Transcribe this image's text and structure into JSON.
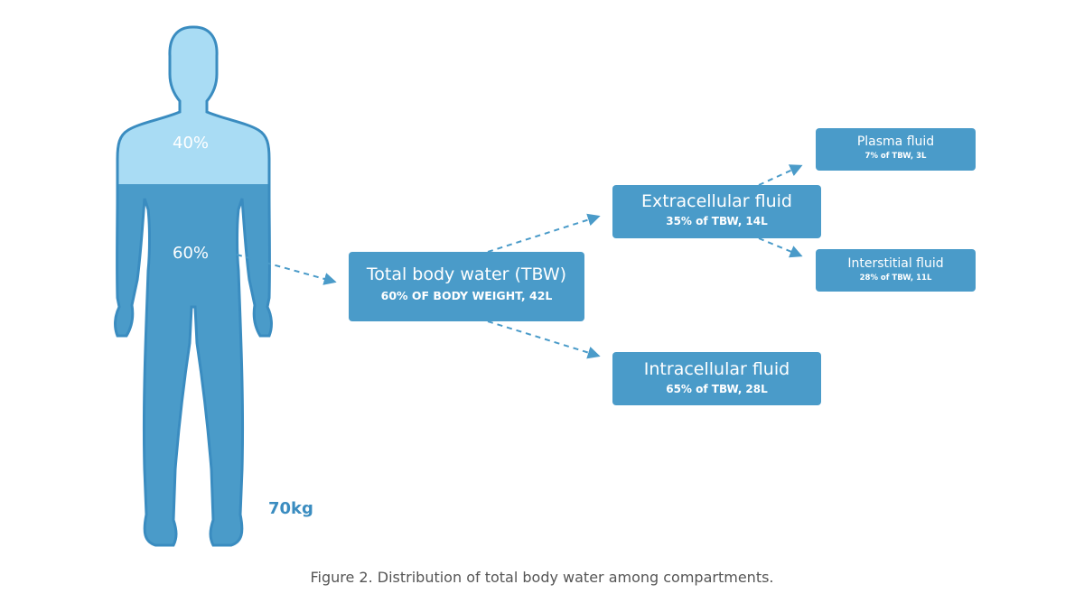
{
  "colors": {
    "dark_blue": "#4a9bc9",
    "light_blue": "#a9dcf4",
    "outline": "#3a8cc0",
    "caption_text": "#555555"
  },
  "body": {
    "upper_percent": "40%",
    "lower_percent": "60%",
    "weight": "70kg"
  },
  "boxes": {
    "total_body_water": {
      "title": "Total body water (TBW)",
      "sub": "60% OF BODY WEIGHT, 42L"
    },
    "extracellular": {
      "title": "Extracellular fluid",
      "sub": "35% of TBW, 14L"
    },
    "intracellular": {
      "title": "Intracellular fluid",
      "sub": "65% of TBW, 28L"
    },
    "plasma": {
      "title": "Plasma fluid",
      "sub": "7% of TBW, 3L"
    },
    "interstitial": {
      "title": "Interstitial fluid",
      "sub": "28% of TBW, 11L"
    }
  },
  "caption": "Figure 2. Distribution of total body water among compartments."
}
